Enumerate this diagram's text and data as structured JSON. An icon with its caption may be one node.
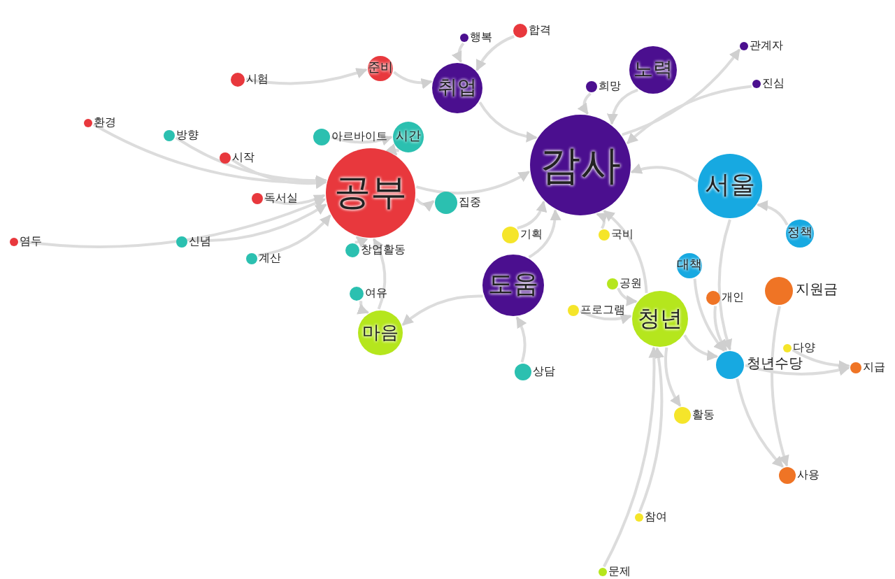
{
  "diagram": {
    "nodes": [
      {
        "text": [
          "합격"
        ]
      },
      {
        "text": [
          "행복"
        ]
      },
      {
        "text": [
          "관계자"
        ]
      },
      {
        "text": [
          "준비"
        ]
      },
      {
        "text": [
          "노력"
        ]
      },
      {
        "text": [
          "시험"
        ]
      },
      {
        "text": [
          "희망"
        ]
      },
      {
        "text": [
          "취업"
        ]
      },
      {
        "text": [
          "진심"
        ]
      },
      {
        "text": [
          "환경"
        ]
      },
      {
        "text": [
          "아르바이트"
        ]
      },
      {
        "text": [
          "시간"
        ]
      },
      {
        "text": [
          "방향"
        ]
      },
      {
        "text": [
          "시작"
        ]
      },
      {
        "text": [
          "감사"
        ]
      },
      {
        "text": [
          "서울"
        ]
      },
      {
        "text": [
          "공부"
        ]
      },
      {
        "text": [
          "독서실"
        ]
      },
      {
        "text": [
          "집중"
        ]
      },
      {
        "text": [
          "국비"
        ]
      },
      {
        "text": [
          "정책"
        ]
      },
      {
        "text": [
          "기획"
        ]
      },
      {
        "text": [
          "염두"
        ]
      },
      {
        "text": [
          "신념"
        ]
      },
      {
        "text": [
          "창업활동"
        ]
      },
      {
        "text": [
          "계산"
        ]
      },
      {
        "text": [
          "대책"
        ]
      },
      {
        "text": [
          "도움"
        ]
      },
      {
        "text": [
          "공원"
        ]
      },
      {
        "text": [
          "지원금"
        ]
      },
      {
        "text": [
          "여유"
        ]
      },
      {
        "text": [
          "개인"
        ]
      },
      {
        "text": [
          "프로그램"
        ]
      },
      {
        "text": [
          "청년"
        ]
      },
      {
        "text": [
          "마음"
        ]
      },
      {
        "text": [
          "다양"
        ]
      },
      {
        "text": [
          "청년수당"
        ]
      },
      {
        "text": [
          "지급"
        ]
      },
      {
        "text": [
          "상담"
        ]
      },
      {
        "text": [
          "활동"
        ]
      },
      {
        "text": [
          "사용"
        ]
      },
      {
        "text": [
          "참여"
        ]
      },
      {
        "text": [
          "문제"
        ]
      }
    ],
    "edges": [
      {
        "from": 5,
        "to": 3,
        "arrow": "to"
      },
      {
        "from": 3,
        "to": 7,
        "arrow": "to"
      },
      {
        "from": 10,
        "to": 11,
        "arrow": "to"
      },
      {
        "from": 16,
        "to": 18,
        "arrow": "to"
      },
      {
        "from": 13,
        "to": 16,
        "arrow": "to"
      },
      {
        "from": 34,
        "to": 16,
        "arrow": "to"
      },
      {
        "from": 27,
        "to": 34,
        "arrow": "to"
      },
      {
        "from": 16,
        "to": 14,
        "arrow": "to"
      },
      {
        "from": 7,
        "to": 14,
        "arrow": "to"
      },
      {
        "from": 4,
        "to": 14,
        "arrow": "to"
      },
      {
        "from": 15,
        "to": 14,
        "arrow": "to"
      },
      {
        "from": 6,
        "to": 14,
        "arrow": "to"
      },
      {
        "from": 8,
        "to": 14,
        "arrow": "to"
      },
      {
        "from": 14,
        "to": 2,
        "arrow": "to"
      },
      {
        "from": 33,
        "to": 39,
        "arrow": "to"
      },
      {
        "from": 36,
        "to": 40,
        "arrow": "to"
      },
      {
        "from": 29,
        "to": 40,
        "arrow": "to"
      },
      {
        "from": 35,
        "to": 37,
        "arrow": "to"
      },
      {
        "from": 36,
        "to": 37,
        "arrow": "to"
      },
      {
        "from": 33,
        "to": 36,
        "arrow": "to"
      },
      {
        "from": 15,
        "to": 36,
        "arrow": "to"
      },
      {
        "from": 20,
        "to": 15,
        "arrow": "to"
      },
      {
        "from": 26,
        "to": 36,
        "arrow": "to"
      },
      {
        "from": 27,
        "to": 14,
        "arrow": "to"
      },
      {
        "from": 12,
        "to": 16,
        "arrow": "to"
      },
      {
        "from": 17,
        "to": 16,
        "arrow": "to"
      },
      {
        "from": 9,
        "to": 16,
        "arrow": "to"
      },
      {
        "from": 22,
        "to": 16,
        "arrow": "to"
      },
      {
        "from": 23,
        "to": 16,
        "arrow": "to"
      },
      {
        "from": 25,
        "to": 16,
        "arrow": "to"
      },
      {
        "from": 24,
        "to": 16,
        "arrow": "to"
      },
      {
        "from": 30,
        "to": 34,
        "arrow": "to"
      },
      {
        "from": 11,
        "to": 16,
        "arrow": "to"
      },
      {
        "from": 0,
        "to": 7,
        "arrow": "to"
      },
      {
        "from": 1,
        "to": 7,
        "arrow": "to"
      },
      {
        "from": 21,
        "to": 14,
        "arrow": "to"
      },
      {
        "from": 19,
        "to": 14,
        "arrow": "to"
      },
      {
        "from": 28,
        "to": 33,
        "arrow": "to"
      },
      {
        "from": 31,
        "to": 36,
        "arrow": "to"
      },
      {
        "from": 32,
        "to": 33,
        "arrow": "to"
      },
      {
        "from": 38,
        "to": 27,
        "arrow": "to"
      },
      {
        "from": 41,
        "to": 33,
        "arrow": "to"
      },
      {
        "from": 42,
        "to": 33,
        "arrow": "to"
      },
      {
        "from": 33,
        "to": 14,
        "arrow": "to"
      }
    ]
  }
}
